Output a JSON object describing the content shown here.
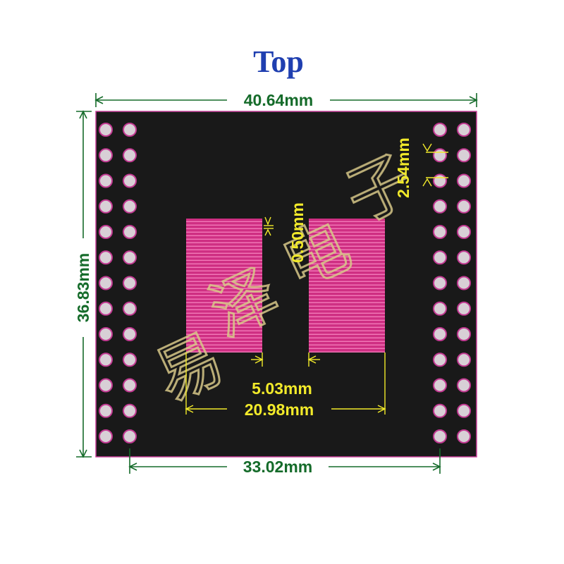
{
  "title": "Top",
  "colors": {
    "board": "#191919",
    "board_edge": "#c8409a",
    "pad": "#d8d0d6",
    "pad_ring": "#c23a92",
    "trace": "#cf2f83",
    "trace_gap": "#f27ab8",
    "dim_green": "#156b2a",
    "dim_yellow": "#f2ea2a",
    "watermark": "#d9c98a",
    "title": "#1f3fb0"
  },
  "dimensions": {
    "board_width": "40.64mm",
    "board_height": "36.83mm",
    "header_span": "33.02mm",
    "pin_pitch": "2.54mm",
    "pad_pitch": "0.50mm",
    "pad_width": "5.03mm",
    "footprint_width": "20.98mm"
  },
  "watermark_text": [
    "易",
    "泽",
    "电",
    "子"
  ],
  "layout": {
    "header_rows": 13,
    "header_columns_each_side": 2,
    "smd_pads_per_side": 38
  }
}
